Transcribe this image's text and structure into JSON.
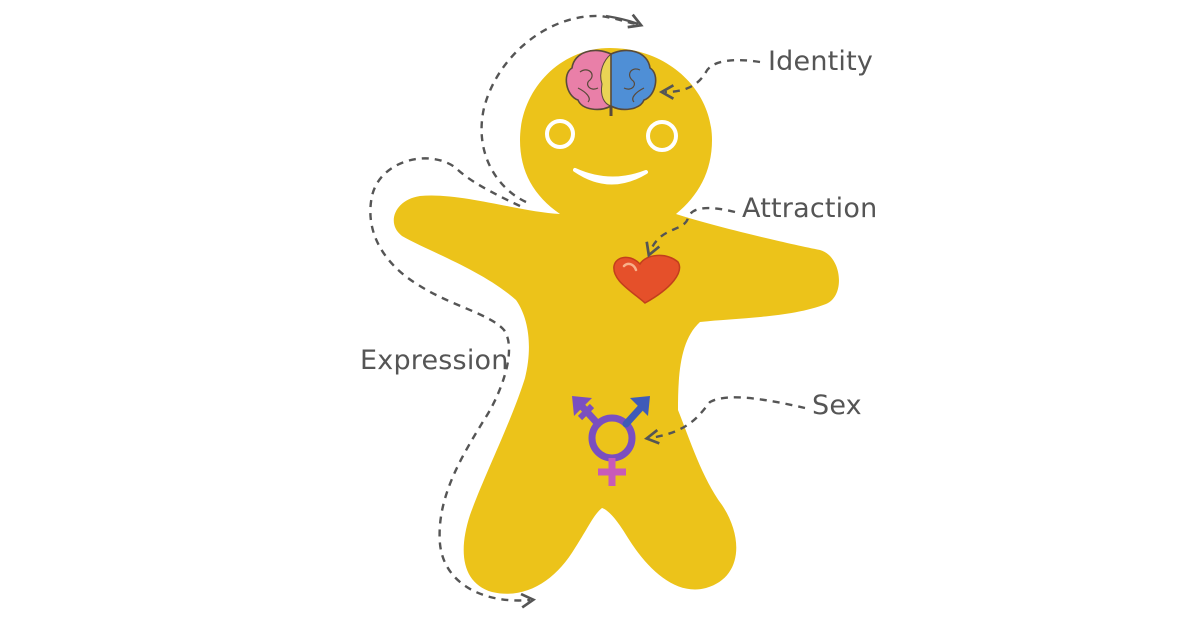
{
  "labels": {
    "identity": "Identity",
    "attraction": "Attraction",
    "sex": "Sex",
    "expression": "Expression"
  },
  "colors": {
    "body": "#ECC31A",
    "dash": "#555555",
    "label_text": "#555555",
    "heart": "#E5502A",
    "brain_pink": "#E97FA8",
    "brain_yellow": "#E9D455",
    "brain_blue": "#4F8FD6",
    "symbol_purple": "#7A4FC0",
    "symbol_blue": "#3F5BB8",
    "symbol_pink": "#C85AB8"
  },
  "icons": {
    "brain": "brain-icon",
    "heart": "heart-icon",
    "gender": "transgender-symbol-icon"
  }
}
